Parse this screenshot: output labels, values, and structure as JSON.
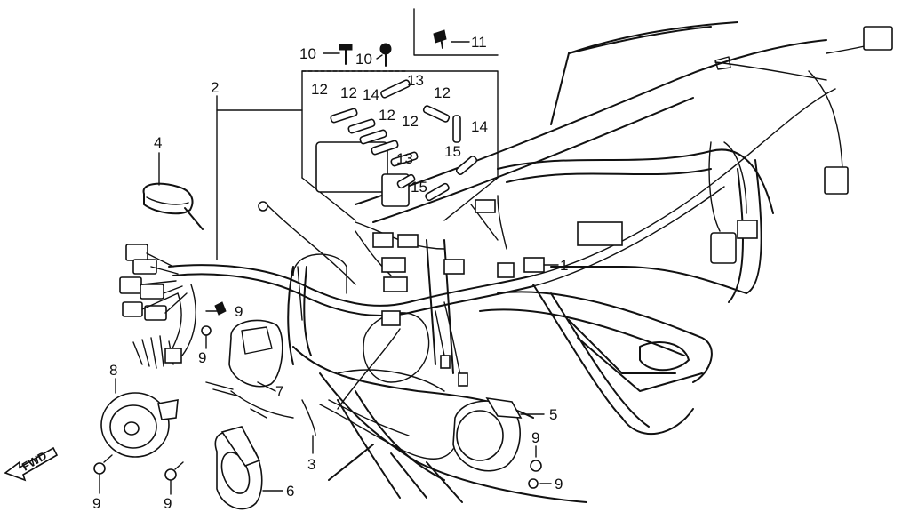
{
  "diagram": {
    "callouts": [
      {
        "id": "c1",
        "text": "1"
      },
      {
        "id": "c2",
        "text": "2"
      },
      {
        "id": "c3",
        "text": "3"
      },
      {
        "id": "c4",
        "text": "4"
      },
      {
        "id": "c5",
        "text": "5"
      },
      {
        "id": "c6",
        "text": "6"
      },
      {
        "id": "c7",
        "text": "7"
      },
      {
        "id": "c8",
        "text": "8"
      },
      {
        "id": "c9a",
        "text": "9"
      },
      {
        "id": "c9b",
        "text": "9"
      },
      {
        "id": "c9c",
        "text": "9"
      },
      {
        "id": "c9d",
        "text": "9"
      },
      {
        "id": "c9e",
        "text": "9"
      },
      {
        "id": "c9f",
        "text": "9"
      },
      {
        "id": "c10a",
        "text": "10"
      },
      {
        "id": "c10b",
        "text": "10"
      },
      {
        "id": "c11",
        "text": "11"
      },
      {
        "id": "c12a",
        "text": "12"
      },
      {
        "id": "c12b",
        "text": "12"
      },
      {
        "id": "c12c",
        "text": "12"
      },
      {
        "id": "c12d",
        "text": "12"
      },
      {
        "id": "c12e",
        "text": "12"
      },
      {
        "id": "c13a",
        "text": "13"
      },
      {
        "id": "c13b",
        "text": "13"
      },
      {
        "id": "c14a",
        "text": "14"
      },
      {
        "id": "c14b",
        "text": "14"
      },
      {
        "id": "c15a",
        "text": "15"
      },
      {
        "id": "c15b",
        "text": "15"
      }
    ],
    "direction_label": "FWD"
  }
}
